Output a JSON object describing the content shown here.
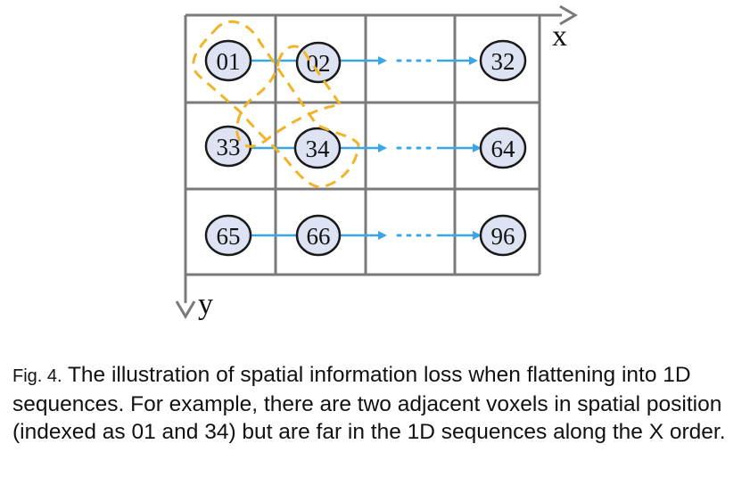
{
  "diagram": {
    "axes": {
      "x_label": "x",
      "y_label": "y"
    },
    "grid": {
      "rows": [
        {
          "first": "01",
          "second": "02",
          "last": "32"
        },
        {
          "first": "33",
          "second": "34",
          "last": "64"
        },
        {
          "first": "65",
          "second": "66",
          "last": "96"
        }
      ],
      "ellipsis": "· · ·"
    },
    "highlighted_nodes": [
      "01",
      "34"
    ],
    "colors": {
      "node_fill": "#dde3f2",
      "connector": "#3aa6e6",
      "highlight": "#f0b428",
      "grid": "#7a7a7a"
    }
  },
  "caption": {
    "prefix": "Fig. 4.",
    "text": "The illustration of spatial information loss when flattening into 1D sequences. For example, there are two adjacent voxels in spatial position (indexed as 01 and 34) but are far in the 1D sequences along the X order."
  }
}
